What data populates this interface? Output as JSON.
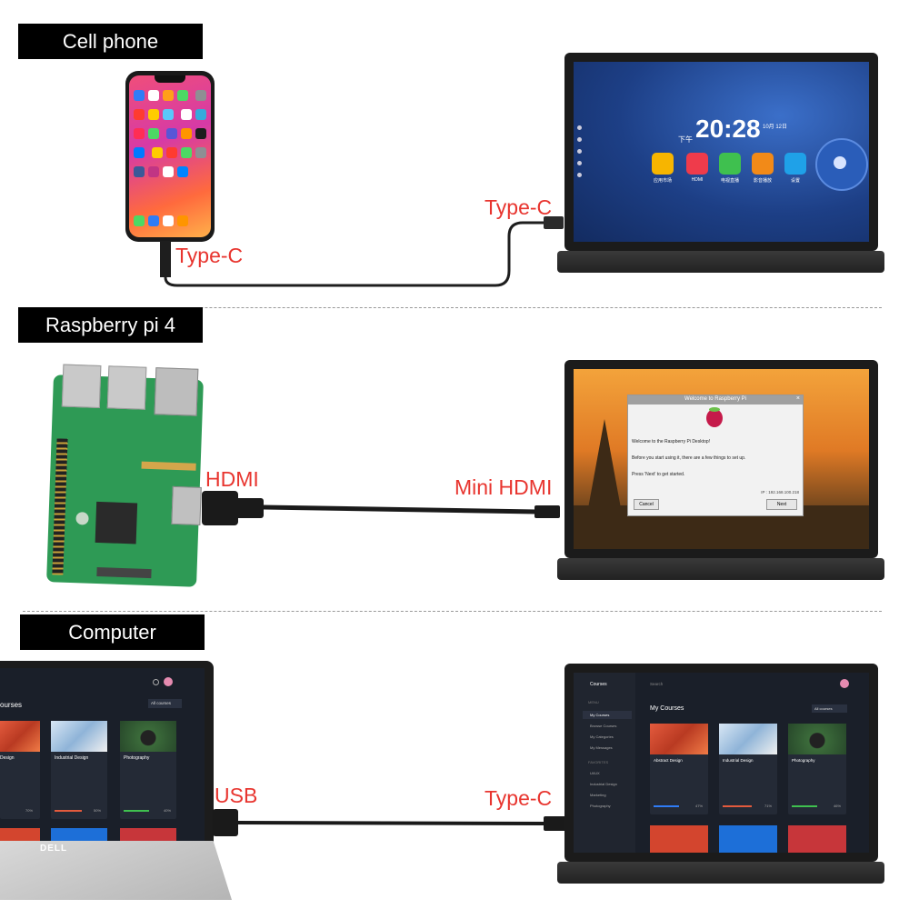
{
  "sections": {
    "phone": {
      "label": "Cell phone",
      "source_port": "Type-C",
      "monitor_port": "Type-C"
    },
    "raspberry": {
      "label": "Raspberry pi 4",
      "source_port": "HDMI",
      "monitor_port": "Mini HDMI"
    },
    "computer": {
      "label": "Computer",
      "source_port": "USB",
      "monitor_port": "Type-C"
    }
  },
  "monitor1": {
    "time": "20:28",
    "ampm": "下午",
    "date": "10月 12日",
    "apps": [
      {
        "label": "应用市场",
        "color": "#f7b500"
      },
      {
        "label": "HDMI",
        "color": "#ef3b4b"
      },
      {
        "label": "电视直播",
        "color": "#3fc04f"
      },
      {
        "label": "影音播放",
        "color": "#f28a18"
      },
      {
        "label": "设置",
        "color": "#1fa1e8"
      }
    ]
  },
  "monitor2": {
    "dialog_title": "Welcome to Raspberry Pi",
    "welcome": "Welcome to the Raspberry Pi Desktop!",
    "line1": "Before you start using it, there are a few things to set up.",
    "line2": "Press 'Next' to get started.",
    "ip": "IP : 192.168.100.218",
    "cancel": "Cancel",
    "next": "Next"
  },
  "laptop": {
    "brand": "DELL",
    "heading": "ourses",
    "filter": "All courses",
    "cards": [
      {
        "title": "Design",
        "pct": "70%"
      },
      {
        "title": "Industrial Design",
        "pct": "50%"
      },
      {
        "title": "Photography",
        "pct": "40%"
      }
    ]
  },
  "monitor3": {
    "app": "Courses",
    "search": "Search",
    "heading": "My Courses",
    "filter": "All courses",
    "menu_header": "MENU",
    "menu": [
      "My Courses",
      "Browse Courses",
      "My Categories",
      "My Messages"
    ],
    "fav_header": "FAVORITES",
    "favorites": [
      "UI/UX",
      "Industrial Design",
      "Marketing",
      "Photography"
    ],
    "cards": [
      {
        "title": "Abstract Design",
        "pct": "47%"
      },
      {
        "title": "Industrial Design",
        "pct": "71%"
      },
      {
        "title": "Photography",
        "pct": "46%"
      }
    ]
  },
  "colors": {
    "accent_red": "#e8352f",
    "board_green": "#2e9a55",
    "course_red": "#e35a3d"
  }
}
